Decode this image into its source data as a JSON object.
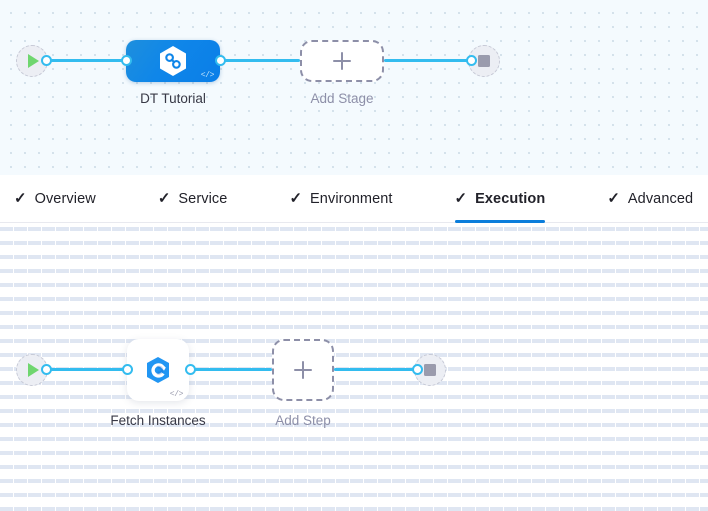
{
  "theme": {
    "edge_color": "#33bcef",
    "active_tab_color": "#0a7ddb",
    "stage_node_color": "#0f86e9",
    "muted_text_color": "#8d8fa8",
    "primary_text_color": "#383946",
    "play_icon_color": "#6fd66f",
    "stop_icon_color": "#9a9bad"
  },
  "stage_canvas": {
    "name": "pipeline-stage-canvas",
    "start_node": {
      "icon": "play-icon",
      "label": ""
    },
    "nodes": [
      {
        "id": "dt-tutorial",
        "label": "DT Tutorial",
        "icon": "hexagon-infinity-icon",
        "badge": "</>",
        "type": "stage",
        "selected": true
      }
    ],
    "add_stage": {
      "label": "Add Stage",
      "icon": "plus-icon"
    },
    "end_node": {
      "icon": "stop-icon",
      "label": ""
    }
  },
  "tabs": {
    "name": "stage-config-tabs",
    "items": [
      {
        "label": "Overview",
        "check": "✓",
        "active": false
      },
      {
        "label": "Service",
        "check": "✓",
        "active": false
      },
      {
        "label": "Environment",
        "check": "✓",
        "active": false
      },
      {
        "label": "Execution",
        "check": "✓",
        "active": true
      },
      {
        "label": "Advanced",
        "check": "✓",
        "active": false
      }
    ]
  },
  "step_canvas": {
    "name": "pipeline-step-canvas",
    "start_node": {
      "icon": "play-icon",
      "label": ""
    },
    "nodes": [
      {
        "id": "fetch-instances",
        "label": "Fetch Instances",
        "icon": "spot-elastigroup-icon",
        "badge": "</>",
        "type": "step"
      }
    ],
    "add_step": {
      "label": "Add Step",
      "icon": "plus-icon"
    },
    "end_node": {
      "icon": "stop-icon",
      "label": ""
    }
  }
}
